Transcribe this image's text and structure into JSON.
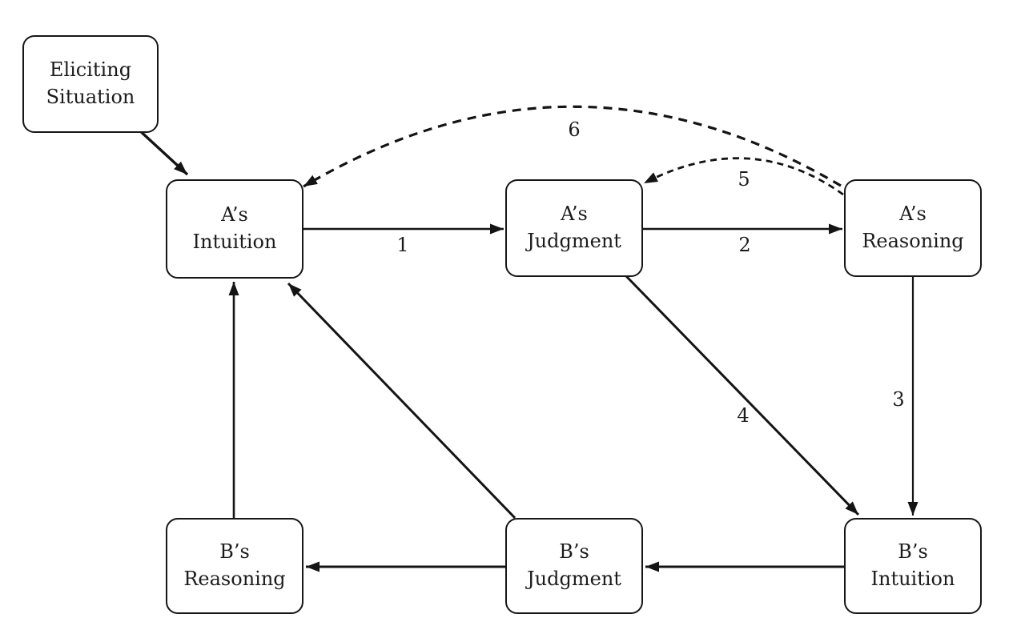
{
  "background": "#ffffff",
  "colors": {
    "node_fill": "#ffffff",
    "stroke": "#141414",
    "text": "#1c1c1c"
  },
  "nodes": {
    "eliciting_situation": {
      "line1": "Eliciting",
      "line2": "Situation"
    },
    "a_intuition": {
      "line1": "A’s",
      "line2": "Intuition"
    },
    "a_judgment": {
      "line1": "A’s",
      "line2": "Judgment"
    },
    "a_reasoning": {
      "line1": "A’s",
      "line2": "Reasoning"
    },
    "b_reasoning": {
      "line1": "B’s",
      "line2": "Reasoning"
    },
    "b_judgment": {
      "line1": "B’s",
      "line2": "Judgment"
    },
    "b_intuition": {
      "line1": "B’s",
      "line2": "Intuition"
    }
  },
  "edge_labels": {
    "e1": "1",
    "e2": "2",
    "e3": "3",
    "e4": "4",
    "e5": "5",
    "e6": "6"
  },
  "edges": [
    {
      "from": "eliciting_situation",
      "to": "a_intuition",
      "style": "solid",
      "label": ""
    },
    {
      "from": "a_intuition",
      "to": "a_judgment",
      "style": "solid",
      "label": "1"
    },
    {
      "from": "a_judgment",
      "to": "a_reasoning",
      "style": "solid",
      "label": "2"
    },
    {
      "from": "a_reasoning",
      "to": "b_intuition",
      "style": "solid",
      "label": "3"
    },
    {
      "from": "a_judgment",
      "to": "b_intuition",
      "style": "solid",
      "label": "4"
    },
    {
      "from": "b_intuition",
      "to": "b_judgment",
      "style": "solid",
      "label": ""
    },
    {
      "from": "b_judgment",
      "to": "b_reasoning",
      "style": "solid",
      "label": ""
    },
    {
      "from": "b_reasoning",
      "to": "a_intuition",
      "style": "solid",
      "label": ""
    },
    {
      "from": "b_judgment",
      "to": "a_intuition",
      "style": "solid",
      "label": ""
    },
    {
      "from": "a_reasoning",
      "to": "a_judgment",
      "style": "dashed",
      "label": "5"
    },
    {
      "from": "a_reasoning",
      "to": "a_intuition",
      "style": "dashed",
      "label": "6"
    }
  ]
}
